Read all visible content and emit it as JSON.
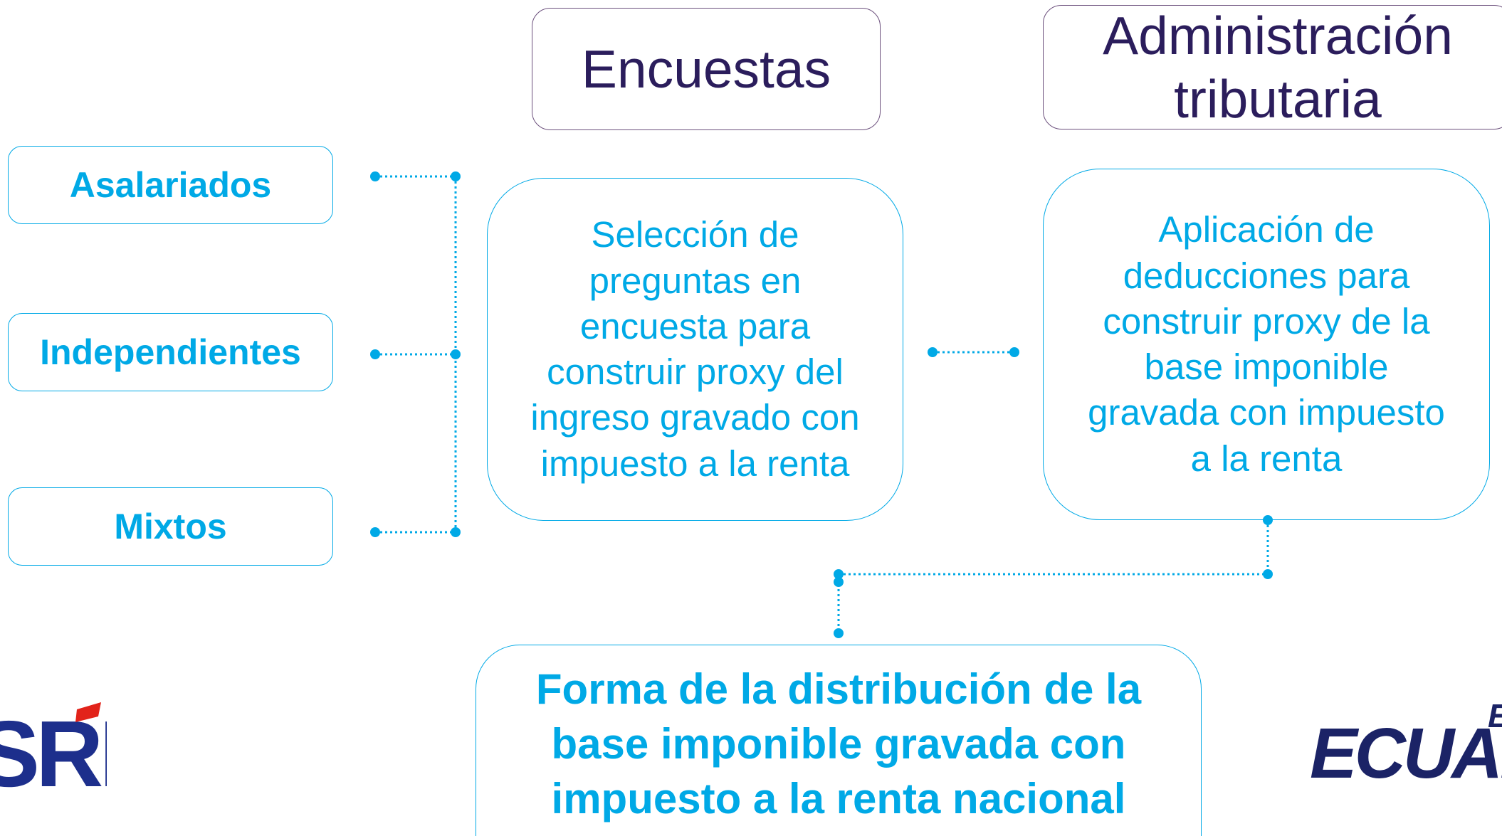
{
  "headers": {
    "encuestas": "Encuestas",
    "administracion": "Administración\ntributaria"
  },
  "categories": [
    {
      "label": "Asalariados"
    },
    {
      "label": "Independientes"
    },
    {
      "label": "Mixtos"
    }
  ],
  "process": {
    "survey_text": "Selección de\npreguntas en\nencuesta para\nconstruir proxy del\ningreso gravado con\nimpuesto a la renta",
    "admin_text": "Aplicación de\ndeducciones para\nconstruir proxy de la\nbase imponible\ngravada con impuesto\na la renta"
  },
  "result": {
    "text": "Forma de la distribución de la\nbase imponible gravada con\nimpuesto a la renta nacional"
  },
  "logos": {
    "left": "SRi",
    "right_small": "E",
    "right_main": "ECUAD"
  },
  "colors": {
    "cyan": "#00a9e6",
    "purple_text": "#2b1d5c",
    "purple_border": "#6b4f7c",
    "sri_blue": "#1d2f8c",
    "sri_red": "#e2231a",
    "ecuador_navy": "#1b2366"
  }
}
